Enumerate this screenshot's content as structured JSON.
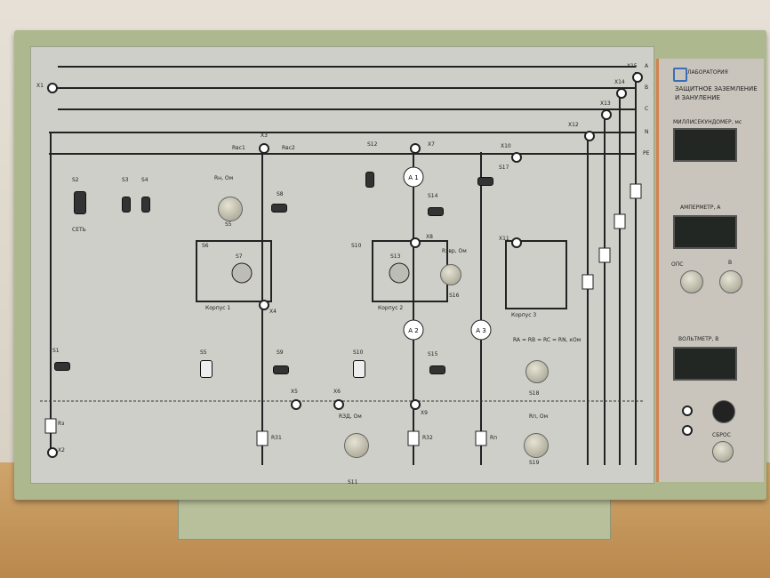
{
  "logo_text": "ЛАБОРАТОРИЯ",
  "module_title_line1": "ЗАЩИТНОЕ ЗАЗЕМЛЕНИЕ",
  "module_title_line2": "И ЗАНУЛЕНИЕ",
  "meters": {
    "ms_label": "МИЛЛИСЕКУНДОМЕР, мс",
    "ammeter_label": "АМПЕРМЕТР, А",
    "voltmeter_label": "ВОЛЬТМЕТР, В",
    "range_label_a": "ОПС",
    "range_label_b": "В",
    "reset_label": "СБРОС"
  },
  "labels": {
    "x1": "X1",
    "x2": "X2",
    "x3": "X3",
    "x4": "X4",
    "x5": "X5",
    "x6": "X6",
    "x7": "X7",
    "x8": "X8",
    "x9": "X9",
    "x10": "X10",
    "x11": "X11",
    "x12": "X12",
    "x13": "X13",
    "x14": "X14",
    "x15": "X15",
    "s1": "S1",
    "s2": "S2",
    "s3": "S3",
    "s4": "S4",
    "s5": "S5",
    "s6": "S6",
    "s7": "S7",
    "s8": "S8",
    "s9": "S9",
    "s10": "S10",
    "s11": "S11",
    "s12": "S12",
    "s13": "S13",
    "s14": "S14",
    "s15": "S15",
    "s16": "S16",
    "s17": "S17",
    "s18": "S18",
    "s19": "S19",
    "set": "СЕТЬ",
    "korpus1": "Корпус 1",
    "korpus2": "Корпус 2",
    "korpus3": "Корпус 3",
    "rn": "Rн, Ом",
    "rzv": "Rзвр, Ом",
    "rzd": "RЗД, Ом",
    "rp": "Rп, Ом",
    "ra_eq": "RA = RB = RC = RN, кОм",
    "r31": "R31",
    "r32": "R32",
    "rn_res": "Rп",
    "rz": "Rз",
    "a1": "A 1",
    "a2": "A 2",
    "a3": "A 3",
    "rvs1": "Rвс1",
    "rvs2": "Rвс2",
    "ph_a": "A",
    "ph_b": "B",
    "ph_c": "C",
    "ph_n": "N",
    "ph_pe": "PE"
  },
  "colors": {
    "case": "#aeb88f",
    "panel": "#cfcfc9",
    "accent": "#d18450"
  }
}
